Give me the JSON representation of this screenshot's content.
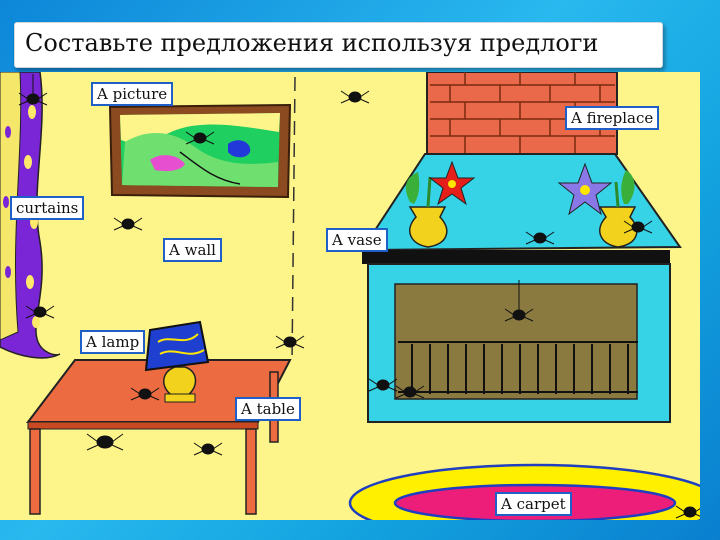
{
  "title": "Составьте предложения используя предлоги",
  "labels": {
    "picture": "A picture",
    "fireplace": "A fireplace",
    "curtains": "curtains",
    "wall": "A wall",
    "vase": "A vase",
    "lamp": "A lamp",
    "table": "A table",
    "carpet": "A carpet"
  },
  "colors": {
    "background": "#1aa2e0",
    "wall": "#fdf48a",
    "brick": "#e9694a",
    "fireplace": "#36d2e6",
    "grate": "#8a7a40",
    "table": "#ec6b40",
    "carpet_outer": "#fff000",
    "carpet_inner": "#ec1e79",
    "curtain": "#7a26d6",
    "label_border": "#1f5fc8"
  }
}
